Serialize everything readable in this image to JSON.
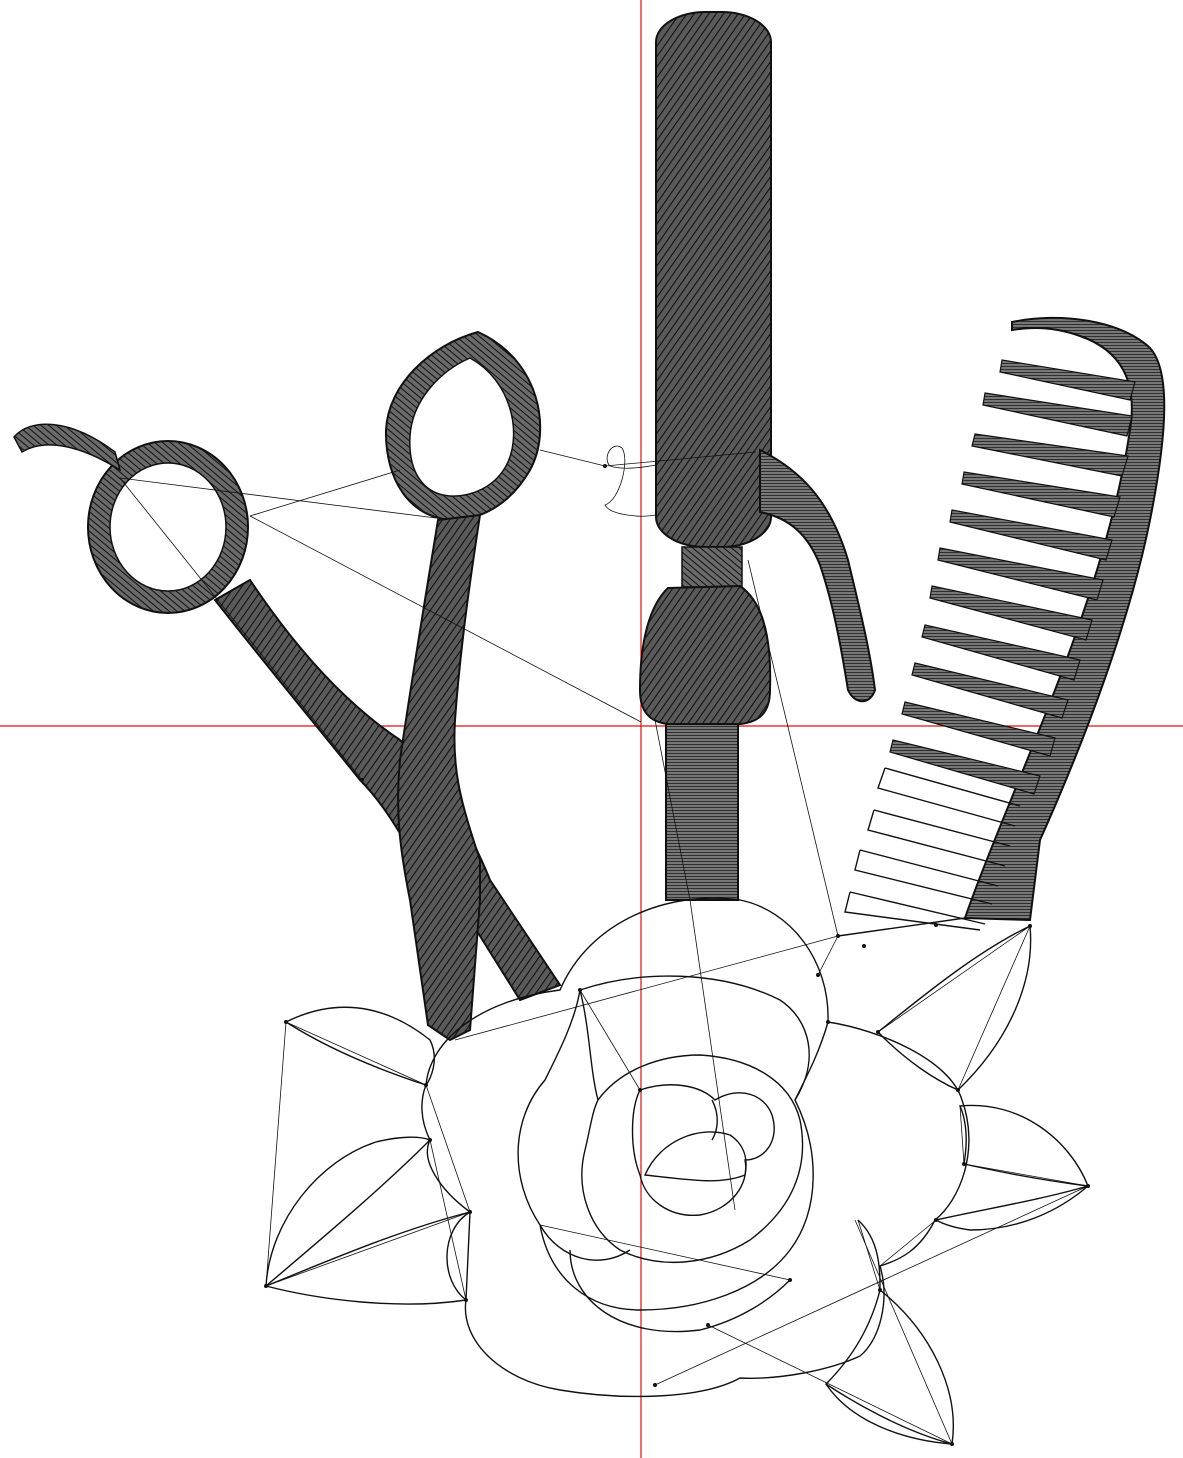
{
  "canvas": {
    "background": "#ffffff",
    "stitch_color": "#1a1a1a",
    "outline_color": "#111111",
    "guide_color": "#e01010"
  },
  "design": {
    "elements": [
      {
        "id": "scissors",
        "icon": "scissors-icon",
        "render": "satin-fill"
      },
      {
        "id": "curling-iron",
        "icon": "curling-iron-icon",
        "render": "satin-fill"
      },
      {
        "id": "comb",
        "icon": "comb-icon",
        "render": "satin-fill"
      },
      {
        "id": "rose",
        "icon": "rose-icon",
        "render": "outline-run"
      },
      {
        "id": "leaves",
        "icon": "leaf-icon",
        "render": "outline-run"
      }
    ],
    "guides": [
      "crosshair-vertical",
      "crosshair-horizontal"
    ],
    "jump_stitches_visible": true
  }
}
